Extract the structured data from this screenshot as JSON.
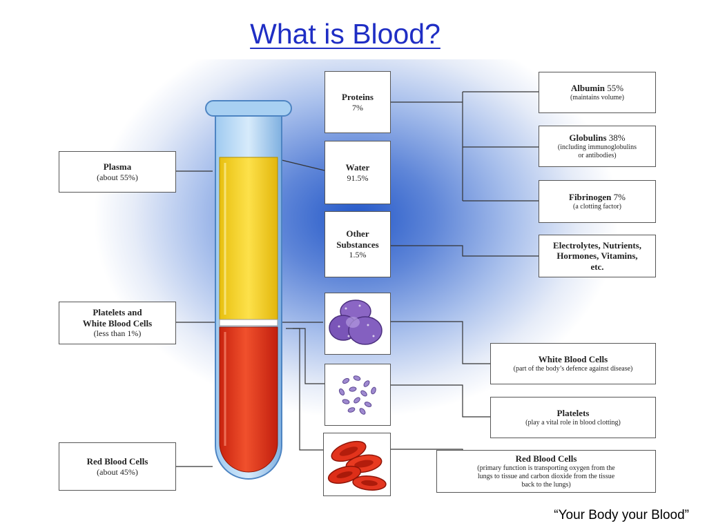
{
  "title": "What is Blood?",
  "caption": "“Your Body your Blood”",
  "left_labels": {
    "plasma": {
      "name": "Plasma",
      "detail": "(about 55%)"
    },
    "platelets_wbc": {
      "name_line1": "Platelets and",
      "name_line2": "White Blood Cells",
      "detail": "(less than 1%)"
    },
    "rbc": {
      "name": "Red Blood Cells",
      "detail": "(about 45%)"
    }
  },
  "plasma_components": {
    "proteins": {
      "name": "Proteins",
      "value": "7%"
    },
    "water": {
      "name": "Water",
      "value": "91.5%"
    },
    "other": {
      "name_line1": "Other",
      "name_line2": "Substances",
      "value": "1.5%"
    }
  },
  "protein_types": {
    "albumin": {
      "name": "Albumin",
      "value": "55%",
      "detail": "(maintains volume)"
    },
    "globulins": {
      "name": "Globulins",
      "value": "38%",
      "detail_line1": "(including immunoglobulins",
      "detail_line2": "or antibodies)"
    },
    "fibrinogen": {
      "name": "Fibrinogen",
      "value": "7%",
      "detail": "(a clotting factor)"
    }
  },
  "other_substances": {
    "line1": "Electrolytes, Nutrients,",
    "line2": "Hormones, Vitamins,",
    "line3": "etc."
  },
  "cell_info": {
    "wbc": {
      "name": "White Blood Cells",
      "detail": "(part of the body’s defence against disease)"
    },
    "platelets": {
      "name": "Platelets",
      "detail": "(play a vital role in blood clotting)"
    },
    "rbc": {
      "name": "Red Blood Cells",
      "detail_line1": "(primary function is transporting oxygen from the",
      "detail_line2": "lungs to tissue and carbon dioxide from the tissue",
      "detail_line3": "back to the lungs)"
    }
  },
  "colors": {
    "title": "#1f2ec4",
    "plasma": "#f7d21e",
    "red_cells": "#e0341e",
    "tube_glass": "#7fb6e8",
    "wbc": "#7a55b8"
  },
  "icons": [
    "white-blood-cell-icon",
    "platelets-icon",
    "red-blood-cells-icon"
  ]
}
